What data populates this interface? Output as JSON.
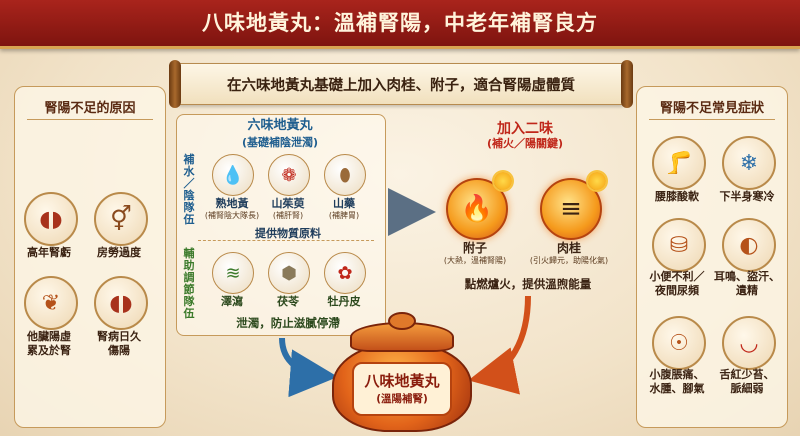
{
  "header": {
    "title": "八味地黃丸：溫補腎陽，中老年補腎良方"
  },
  "banner": {
    "text": "在六味地黃丸基礎上加入肉桂、附子，適合腎陽虛體質"
  },
  "left_panel": {
    "title": "腎陽不足的原因",
    "items": [
      {
        "label": "高年腎虧",
        "icon": "kidney-icon"
      },
      {
        "label": "房勞過度",
        "icon": "gender-icon"
      },
      {
        "label": "他臟陽虛\n累及於腎",
        "icon": "organs-icon"
      },
      {
        "label": "腎病日久\n傷陽",
        "icon": "kidney-sick-icon"
      }
    ]
  },
  "right_panel": {
    "title": "腎陽不足常見症狀",
    "items": [
      {
        "label": "腰膝酸軟",
        "icon": "knee-icon"
      },
      {
        "label": "下半身寒冷",
        "icon": "cold-legs-icon"
      },
      {
        "label": "小便不利／\n夜間尿頻",
        "icon": "bladder-icon"
      },
      {
        "label": "耳鳴、盜汗、\n遺精",
        "icon": "ear-icon"
      },
      {
        "label": "小腹脹痛、\n水腫、腳氣",
        "icon": "abdomen-icon"
      },
      {
        "label": "舌紅少苔、\n脈細弱",
        "icon": "tongue-icon"
      }
    ]
  },
  "base": {
    "title": "六味地黃丸",
    "subtitle": "(基礎補陰泄濁)",
    "group1_label": "補水／陰隊伍",
    "group2_label": "輔助調節隊伍",
    "herbs1": [
      {
        "name": "熟地黃",
        "sub": "(補腎陰大隊長)",
        "icon": "water-drop-icon"
      },
      {
        "name": "山茱萸",
        "sub": "(補肝腎)",
        "icon": "berry-icon"
      },
      {
        "name": "山藥",
        "sub": "(補脾胃)",
        "icon": "yam-icon"
      }
    ],
    "note1": "提供物質原料",
    "herbs2": [
      {
        "name": "澤瀉",
        "icon": "wind-icon"
      },
      {
        "name": "茯苓",
        "icon": "cube-icon"
      },
      {
        "name": "牡丹皮",
        "icon": "peony-icon"
      }
    ],
    "note2": "泄濁，防止滋膩停滯"
  },
  "addition": {
    "title": "加入二味",
    "subtitle": "(補火／陽關鍵)",
    "herbs": [
      {
        "name": "附子",
        "sub": "(大熱，溫補腎陽)",
        "icon": "fire-icon"
      },
      {
        "name": "肉桂",
        "sub": "(引火歸元，助陽化氣)",
        "icon": "cinnamon-icon"
      }
    ],
    "note": "點燃爐火，提供溫煦能量"
  },
  "pot": {
    "name": "八味地黃丸",
    "sub": "(溫陽補腎)"
  },
  "colors": {
    "header": "#8e1a13",
    "accent_blue": "#1f5e8f",
    "accent_green": "#3b7a2a",
    "accent_red": "#c0271a"
  }
}
